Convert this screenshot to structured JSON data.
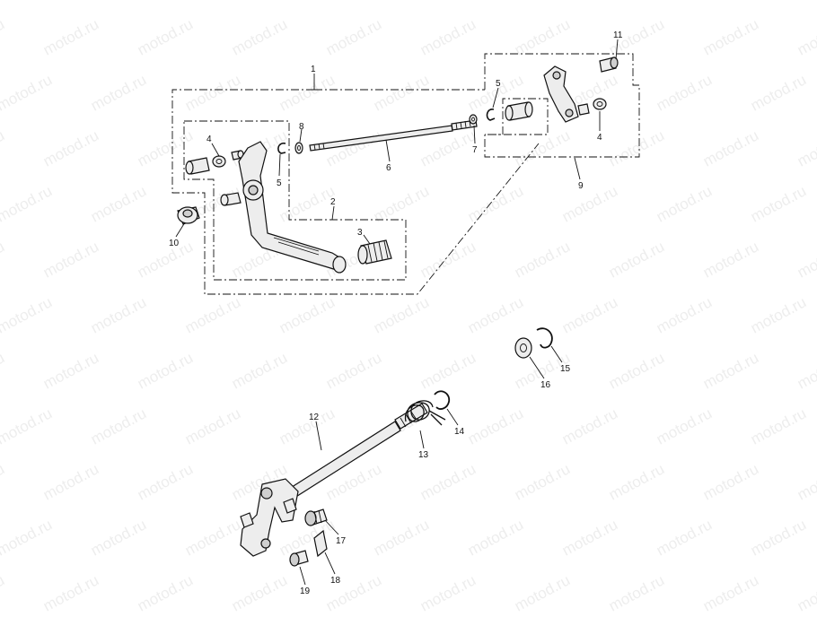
{
  "watermark": "motod.ru",
  "callouts": {
    "c1": "1",
    "c2": "2",
    "c3": "3",
    "c4a": "4",
    "c4b": "4",
    "c5a": "5",
    "c5b": "5",
    "c6": "6",
    "c7": "7",
    "c8": "8",
    "c9": "9",
    "c10": "10",
    "c11": "11",
    "c12": "12",
    "c13": "13",
    "c14": "14",
    "c15": "15",
    "c16": "16",
    "c17": "17",
    "c18": "18",
    "c19": "19"
  }
}
